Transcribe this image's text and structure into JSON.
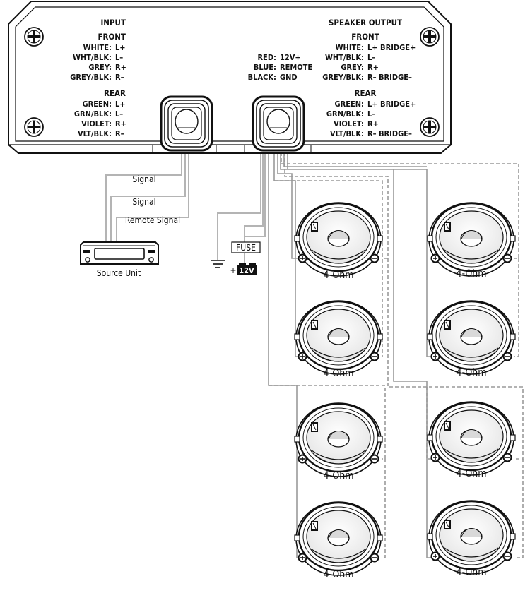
{
  "amplifier": {
    "input_header": "INPUT",
    "output_header": "SPEAKER OUTPUT",
    "input_front_header": "FRONT",
    "input_front": [
      {
        "wire": "WHITE:",
        "signal": "L+"
      },
      {
        "wire": "WHT/BLK:",
        "signal": "L–"
      },
      {
        "wire": "GREY:",
        "signal": "R+"
      },
      {
        "wire": "GREY/BLK:",
        "signal": "R–"
      }
    ],
    "input_rear_header": "REAR",
    "input_rear": [
      {
        "wire": "GREEN:",
        "signal": "L+"
      },
      {
        "wire": "GRN/BLK:",
        "signal": "L–"
      },
      {
        "wire": "VIOLET:",
        "signal": "R+"
      },
      {
        "wire": "VLT/BLK:",
        "signal": "R–"
      }
    ],
    "power": [
      {
        "wire": "RED:",
        "signal": "12V+"
      },
      {
        "wire": "BLUE:",
        "signal": "REMOTE"
      },
      {
        "wire": "BLACK:",
        "signal": "GND"
      }
    ],
    "output_front_header": "FRONT",
    "output_front": [
      {
        "wire": "WHITE:",
        "signal": "L+ BRIDGE+"
      },
      {
        "wire": "WHT/BLK:",
        "signal": "L–"
      },
      {
        "wire": "GREY:",
        "signal": "R+"
      },
      {
        "wire": "GREY/BLK:",
        "signal": "R– BRIDGE–"
      }
    ],
    "output_rear_header": "REAR",
    "output_rear": [
      {
        "wire": "GREEN:",
        "signal": "L+ BRIDGE+"
      },
      {
        "wire": "GRN/BLK:",
        "signal": "L–"
      },
      {
        "wire": "VIOLET:",
        "signal": "R+"
      },
      {
        "wire": "VLT/BLK:",
        "signal": "R– BRIDGE–"
      }
    ]
  },
  "wiring": {
    "signal_label_1": "Signal",
    "signal_label_2": "Signal",
    "remote_signal_label": "Remote Signal",
    "source_unit_label": "Source Unit",
    "fuse_label": "FUSE",
    "battery_label": "12V",
    "battery_plus": "+"
  },
  "speakers": [
    {
      "impedance": "4-Ohm"
    },
    {
      "impedance": "4-Ohm"
    },
    {
      "impedance": "4-Ohm"
    },
    {
      "impedance": "4-Ohm"
    },
    {
      "impedance": "4-Ohm"
    },
    {
      "impedance": "4-Ohm"
    },
    {
      "impedance": "4-Ohm"
    },
    {
      "impedance": "4-Ohm"
    }
  ],
  "speaker_terminal_plus": "+",
  "speaker_terminal_minus": "–",
  "colors": {
    "ink": "#111111",
    "wire": "#b4b4b4",
    "speaker_wire": "#9a9a9a"
  }
}
